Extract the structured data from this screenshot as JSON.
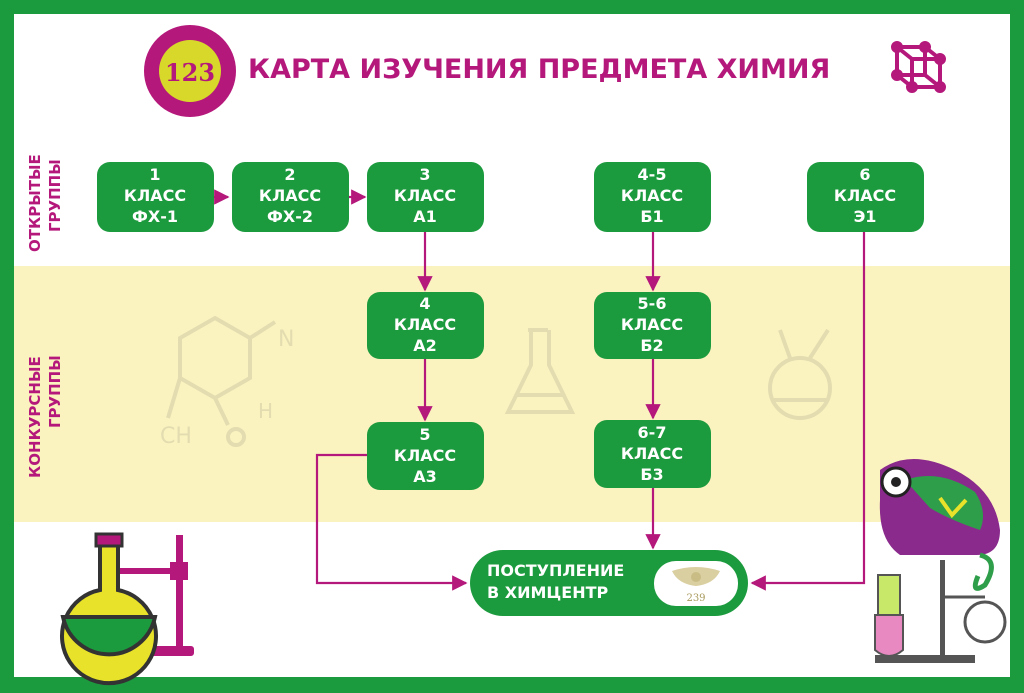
{
  "title": "КАРТА ИЗУЧЕНИЯ ПРЕДМЕТА  ХИМИЯ",
  "logo": {
    "text": "123",
    "icon": "logo-1-2-3-icon"
  },
  "sections": {
    "open": [
      "ОТКРЫТЫЕ",
      "ГРУППЫ"
    ],
    "contest": [
      "КОНКУРСНЫЕ",
      "ГРУППЫ"
    ]
  },
  "nodes": {
    "n1": {
      "lines": [
        "1",
        "КЛАСС",
        "ФХ-1"
      ]
    },
    "n2": {
      "lines": [
        "2",
        "КЛАСС",
        "ФХ-2"
      ]
    },
    "n3": {
      "lines": [
        "3",
        "КЛАСС",
        "А1"
      ]
    },
    "n45": {
      "lines": [
        "4-5",
        "КЛАСС",
        "Б1"
      ]
    },
    "n6": {
      "lines": [
        "6",
        "КЛАСС",
        "Э1"
      ]
    },
    "n4": {
      "lines": [
        "4",
        "КЛАСС",
        "А2"
      ]
    },
    "n56": {
      "lines": [
        "5-6",
        "КЛАСС",
        "Б2"
      ]
    },
    "n5": {
      "lines": [
        "5",
        "КЛАСС",
        "А3"
      ]
    },
    "n67": {
      "lines": [
        "6-7",
        "КЛАСС",
        "Б3"
      ]
    },
    "final": {
      "lines": [
        "ПОСТУПЛЕНИЕ",
        "В ХИМЦЕНТР"
      ],
      "badge": "239"
    }
  },
  "colors": {
    "border": "#1c9a3e",
    "node": "#1c9a3e",
    "accent": "#b5187b",
    "band": "#fbf3bf",
    "page": "#ffffff"
  },
  "icons": [
    "molecule-cube-icon",
    "structural-formula-icon",
    "erlenmeyer-flask-icon",
    "round-flask-icon",
    "flask-on-stand-icon",
    "chameleon-lab-icon"
  ]
}
